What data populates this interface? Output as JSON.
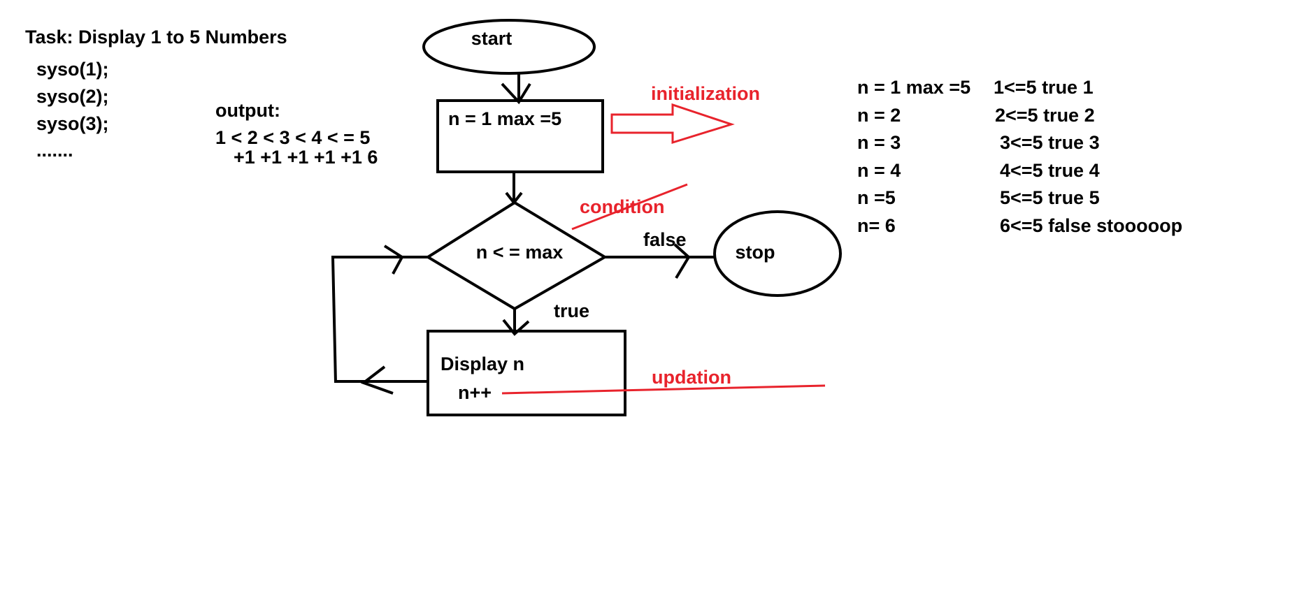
{
  "task": {
    "title": "Task: Display 1 to 5 Numbers",
    "lines": [
      "syso(1);",
      "syso(2);",
      "syso(3);",
      "......."
    ]
  },
  "output": {
    "label": "output:",
    "line1": "1 < 2 < 3 < 4 < = 5",
    "line2": "+1  +1  +1   +1  +1 6"
  },
  "flowchart": {
    "start": "start",
    "init": "n = 1  max =5",
    "condition": "n  < =  max",
    "false_label": "false",
    "stop": "stop",
    "true_label": "true",
    "display": "Display  n",
    "increment": "n++"
  },
  "annotations": {
    "initialization": "initialization",
    "condition": "condition",
    "updation": "updation"
  },
  "trace": [
    {
      "state": "n = 1  max =5",
      "check": "1<=5 true  1"
    },
    {
      "state": "n = 2",
      "check": "2<=5 true  2"
    },
    {
      "state": "n = 3",
      "check": "3<=5 true  3"
    },
    {
      "state": "n  = 4",
      "check": "4<=5  true  4"
    },
    {
      "state": "n  =5",
      "check": "5<=5 true   5"
    },
    {
      "state": "n= 6",
      "check": "6<=5 false stooooop"
    }
  ],
  "colors": {
    "ink": "#000000",
    "annotation": "#e8232c"
  }
}
